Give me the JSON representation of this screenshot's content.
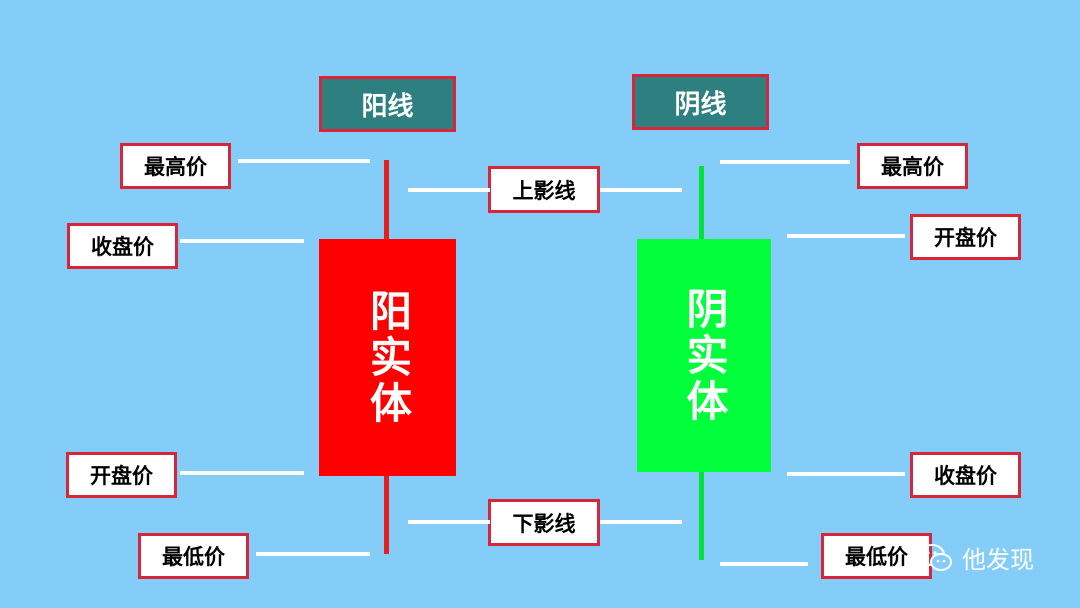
{
  "yang": {
    "title": "阳线",
    "body_label": "阳实体",
    "high_label": "最高价",
    "close_label": "收盘价",
    "open_label": "开盘价",
    "low_label": "最低价",
    "color": "#ff0000"
  },
  "yin": {
    "title": "阴线",
    "body_label": "阴实体",
    "high_label": "最高价",
    "open_label": "开盘价",
    "close_label": "收盘价",
    "low_label": "最低价",
    "color": "#00ff3a"
  },
  "shadows": {
    "upper_label": "上影线",
    "lower_label": "下影线"
  },
  "watermark": {
    "text": "他发现",
    "icon": "wechat-icon"
  }
}
